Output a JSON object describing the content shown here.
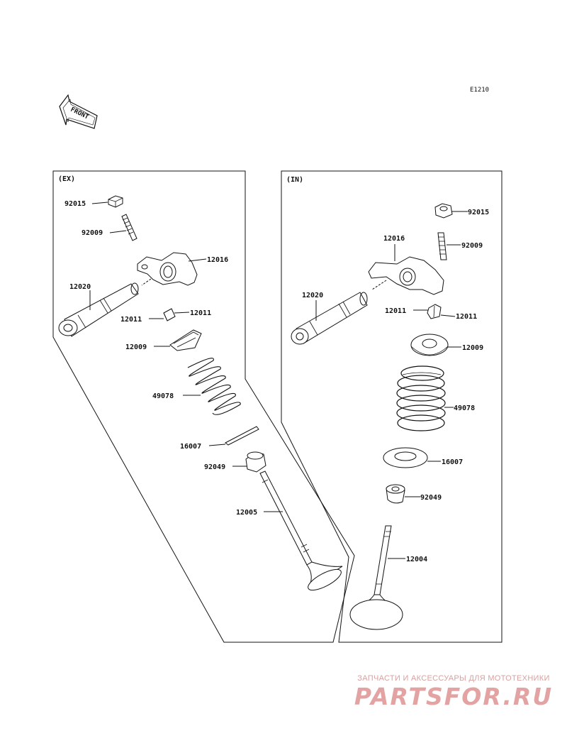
{
  "diagram_code": "E1210",
  "front_arrow_label": "FRONT",
  "panels": {
    "exhaust_label": "(EX)",
    "intake_label": "(IN)"
  },
  "parts_ex": {
    "nut": "92015",
    "adjust_screw": "92009",
    "rocker_arm": "12016",
    "rocker_shaft": "12020",
    "cotter": "12011",
    "retainer": "12009",
    "spring": "49078",
    "spring_seat": "16007",
    "seal": "92049",
    "valve": "12005"
  },
  "parts_in": {
    "nut": "92015",
    "adjust_screw": "92009",
    "rocker_arm": "12016",
    "rocker_shaft": "12020",
    "cotter_left": "12011",
    "cotter_right": "12011",
    "retainer": "12009",
    "spring": "49078",
    "spring_seat": "16007",
    "seal": "92049",
    "valve": "12004"
  },
  "watermark": {
    "tagline": "ЗАПЧАСТИ И АКСЕССУАРЫ ДЛЯ МОТОТЕХНИКИ",
    "logo": "PARTSFOR.RU"
  }
}
